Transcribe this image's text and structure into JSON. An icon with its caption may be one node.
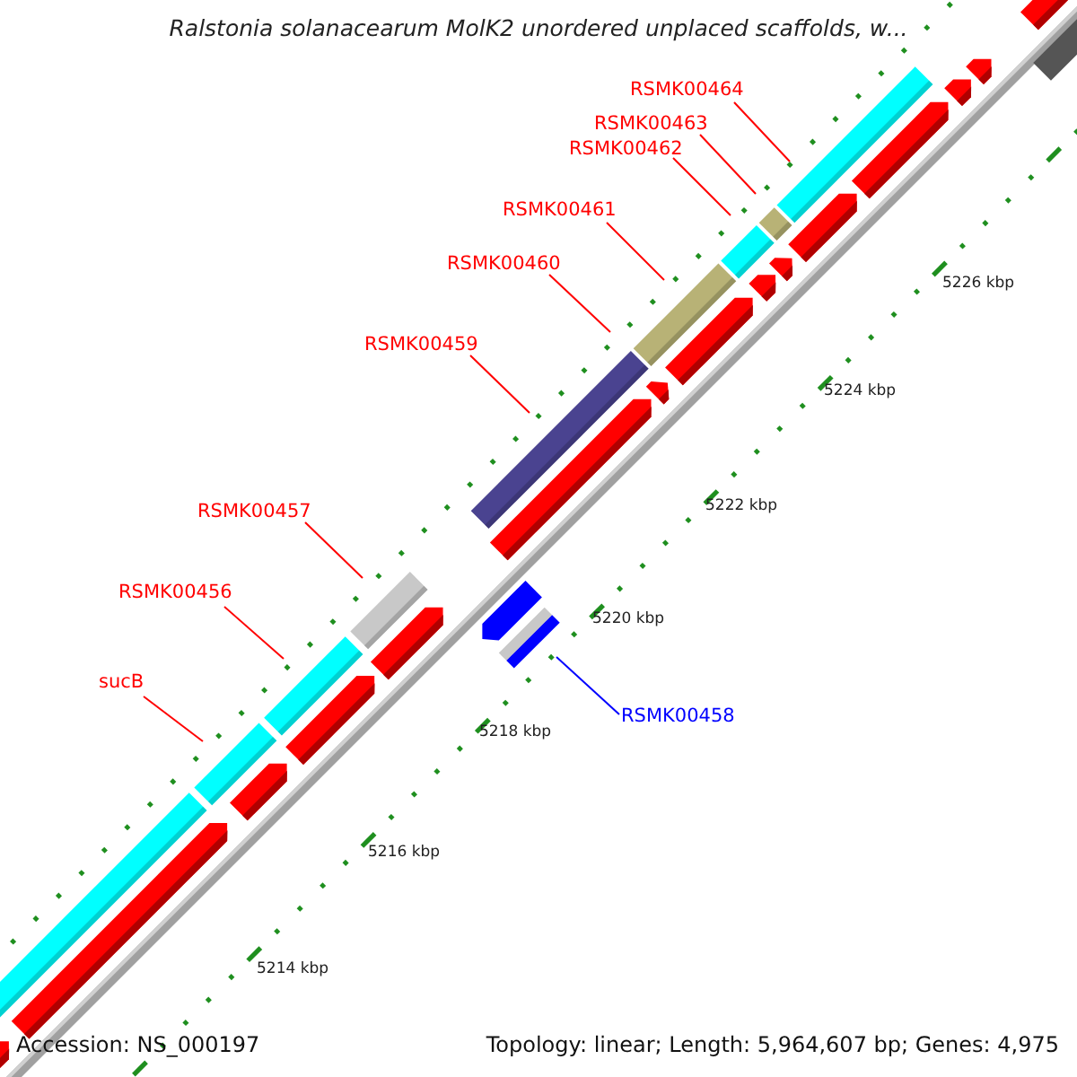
{
  "diagram": {
    "title": "Ralstonia solanacearum MolK2 unordered unplaced scaffolds, w...",
    "nodes": [
      {
        "text": [
          "RSMK00464"
        ]
      },
      {
        "text": [
          "RSMK00463"
        ]
      },
      {
        "text": [
          "RSMK00462"
        ]
      },
      {
        "text": [
          "RSMK00461"
        ]
      },
      {
        "text": [
          "RSMK00460"
        ]
      },
      {
        "text": [
          "RSMK00459"
        ]
      },
      {
        "text": [
          "RSMK00457"
        ]
      },
      {
        "text": [
          "RSMK00456"
        ]
      },
      {
        "text": [
          "sucB"
        ]
      },
      {
        "text": [
          "RSMK00458"
        ]
      }
    ],
    "edges": [
      {
        "from": 0,
        "to": null,
        "arrow": "none"
      },
      {
        "from": 1,
        "to": null,
        "arrow": "none"
      },
      {
        "from": 2,
        "to": null,
        "arrow": "none"
      },
      {
        "from": 3,
        "to": null,
        "arrow": "none"
      },
      {
        "from": 4,
        "to": null,
        "arrow": "none"
      },
      {
        "from": 5,
        "to": null,
        "arrow": "none"
      },
      {
        "from": 6,
        "to": null,
        "arrow": "none"
      },
      {
        "from": 7,
        "to": null,
        "arrow": "none"
      },
      {
        "from": 8,
        "to": null,
        "arrow": "none"
      },
      {
        "from": 9,
        "to": null,
        "arrow": "none",
        "color": "#0000ff"
      }
    ],
    "labels": [
      "5226 kbp",
      "5224 kbp",
      "5222 kbp",
      "5220 kbp",
      "5218 kbp",
      "5216 kbp",
      "5214 kbp",
      "Accession: NS_000197",
      "Topology: linear; Length: 5,964,607 bp; Genes: 4,975"
    ]
  }
}
